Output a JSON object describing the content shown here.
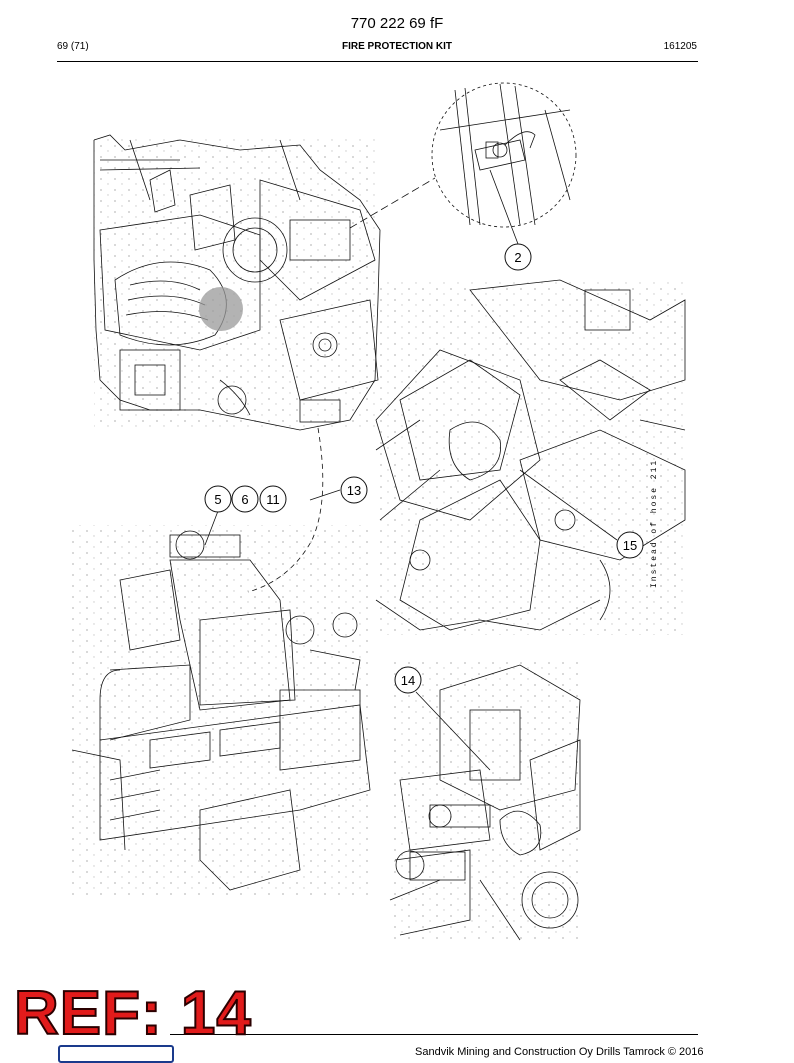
{
  "header": {
    "document_number": "770 222 69 fF",
    "page_number": "69 (71)",
    "section_title": "FIRE PROTECTION KIT",
    "date_code": "161205"
  },
  "callouts": {
    "item_2": "2",
    "item_13": "13",
    "item_5": "5",
    "item_6": "6",
    "item_11": "11",
    "item_15": "15",
    "item_14": "14"
  },
  "annotation": {
    "hose_note": "Instead of hose 211"
  },
  "footer": {
    "ref_label": "REF: 14",
    "copyright": "Sandvik Mining and Construction Oy Drills Tamrock © 2016"
  },
  "colors": {
    "ref_label": "#e21b1b",
    "highlight": "#9a9a9a",
    "logo_border": "#1a3a8c"
  }
}
